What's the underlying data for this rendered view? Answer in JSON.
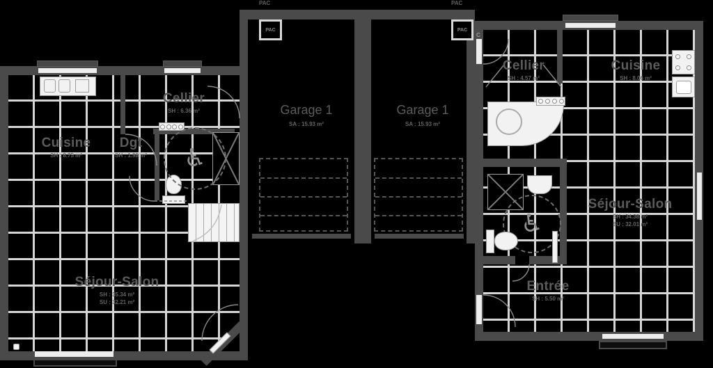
{
  "colors": {
    "background": "#000000",
    "wall": "#4a4a4a",
    "grid_line": "#d6d6d6",
    "room_label": "#5c5c5c",
    "area_label": "#646464",
    "fixture": "#f2f2f2",
    "parking_dash": "#565656"
  },
  "icons": {
    "accessibility": "♿"
  },
  "left_unit": {
    "cuisine": {
      "name": "Cuisine",
      "area": "SH : 8.75 m²"
    },
    "dgt": {
      "name": "Dgt",
      "area": "SH : 1.98 m²"
    },
    "cellier": {
      "name": "Cellier",
      "area": "SH : 6.36 m²"
    },
    "sejour": {
      "name": "Séjour-Salon",
      "area_sh": "SH : 35.34 m²",
      "area_su": "SU : 32.21 m²"
    }
  },
  "garage_left": {
    "name": "Garage 1",
    "area": "SA : 15.93 m²",
    "pac_label": "PAC",
    "pac_box_label": "PAC"
  },
  "garage_right": {
    "name": "Garage 1",
    "area": "SA : 15.93 m²",
    "pac_label": "PAC",
    "pac_box_label": "PAC"
  },
  "right_unit": {
    "duct_label": "C",
    "cellier": {
      "name": "Cellier",
      "area": "SH : 4.57 m²"
    },
    "cuisine": {
      "name": "Cuisine",
      "area": "SH : 8.06 m²"
    },
    "sejour": {
      "name": "Séjour-Salon",
      "area_sh": "SH : 34.38 m²",
      "area_su": "SU : 32.01 m²"
    },
    "entree": {
      "name": "Entrée",
      "area": "SH : 5.50 m²"
    }
  }
}
